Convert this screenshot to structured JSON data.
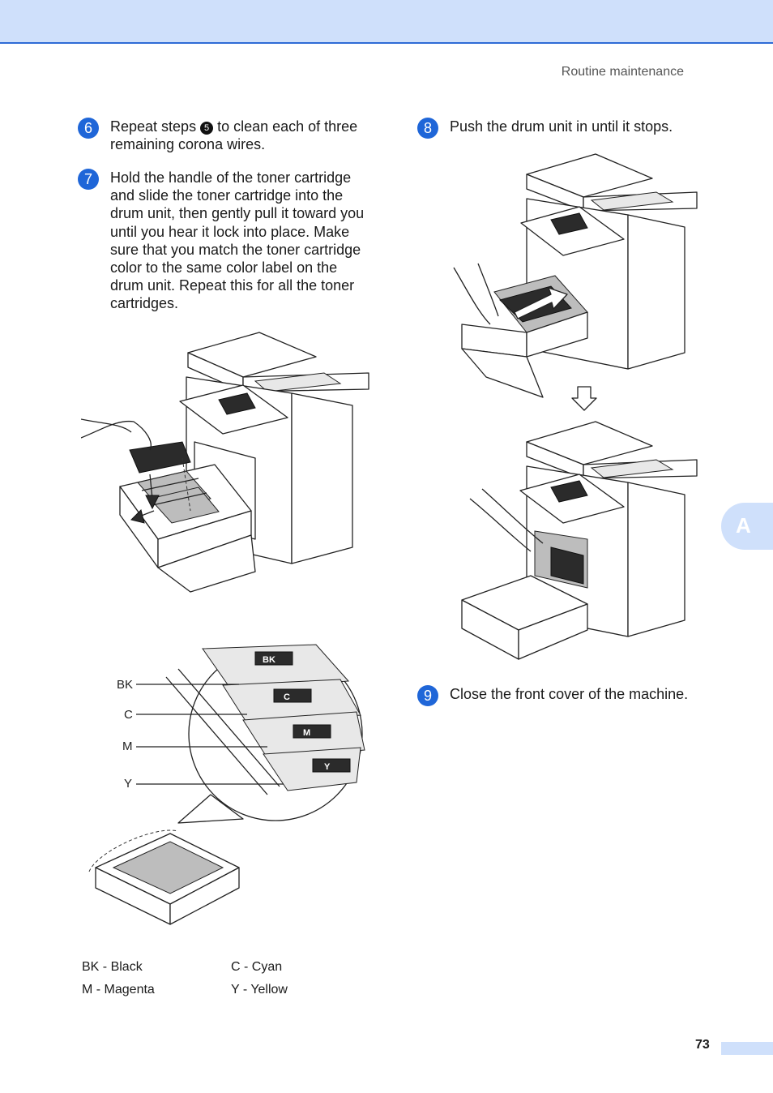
{
  "header": {
    "running_title": "Routine maintenance"
  },
  "steps": [
    {
      "number": "6",
      "text_before": "Repeat steps ",
      "ref": "5",
      "text_after": " to clean each of three remaining corona wires."
    },
    {
      "number": "7",
      "text": "Hold the handle of the toner cartridge and slide the toner cartridge into the drum unit, then gently pull it toward you until you hear it lock into place. Make sure that you match the toner cartridge color to the same color label on the drum unit. Repeat this for all the toner cartridges."
    },
    {
      "number": "8",
      "text": "Push the drum unit in until it stops."
    },
    {
      "number": "9",
      "text": "Close the front cover of the machine."
    }
  ],
  "callouts": [
    "BK",
    "C",
    "M",
    "Y"
  ],
  "cartridge_labels": [
    "BK",
    "C",
    "M",
    "Y"
  ],
  "legend": [
    {
      "text": "BK - Black"
    },
    {
      "text": "C - Cyan"
    },
    {
      "text": "M - Magenta"
    },
    {
      "text": "Y - Yellow"
    }
  ],
  "side_tab": {
    "letter": "A"
  },
  "footer": {
    "page_number": "73"
  },
  "colors": {
    "accent": "#1f66d8",
    "band": "#cfe0fb",
    "rule": "#2e6bd6"
  }
}
